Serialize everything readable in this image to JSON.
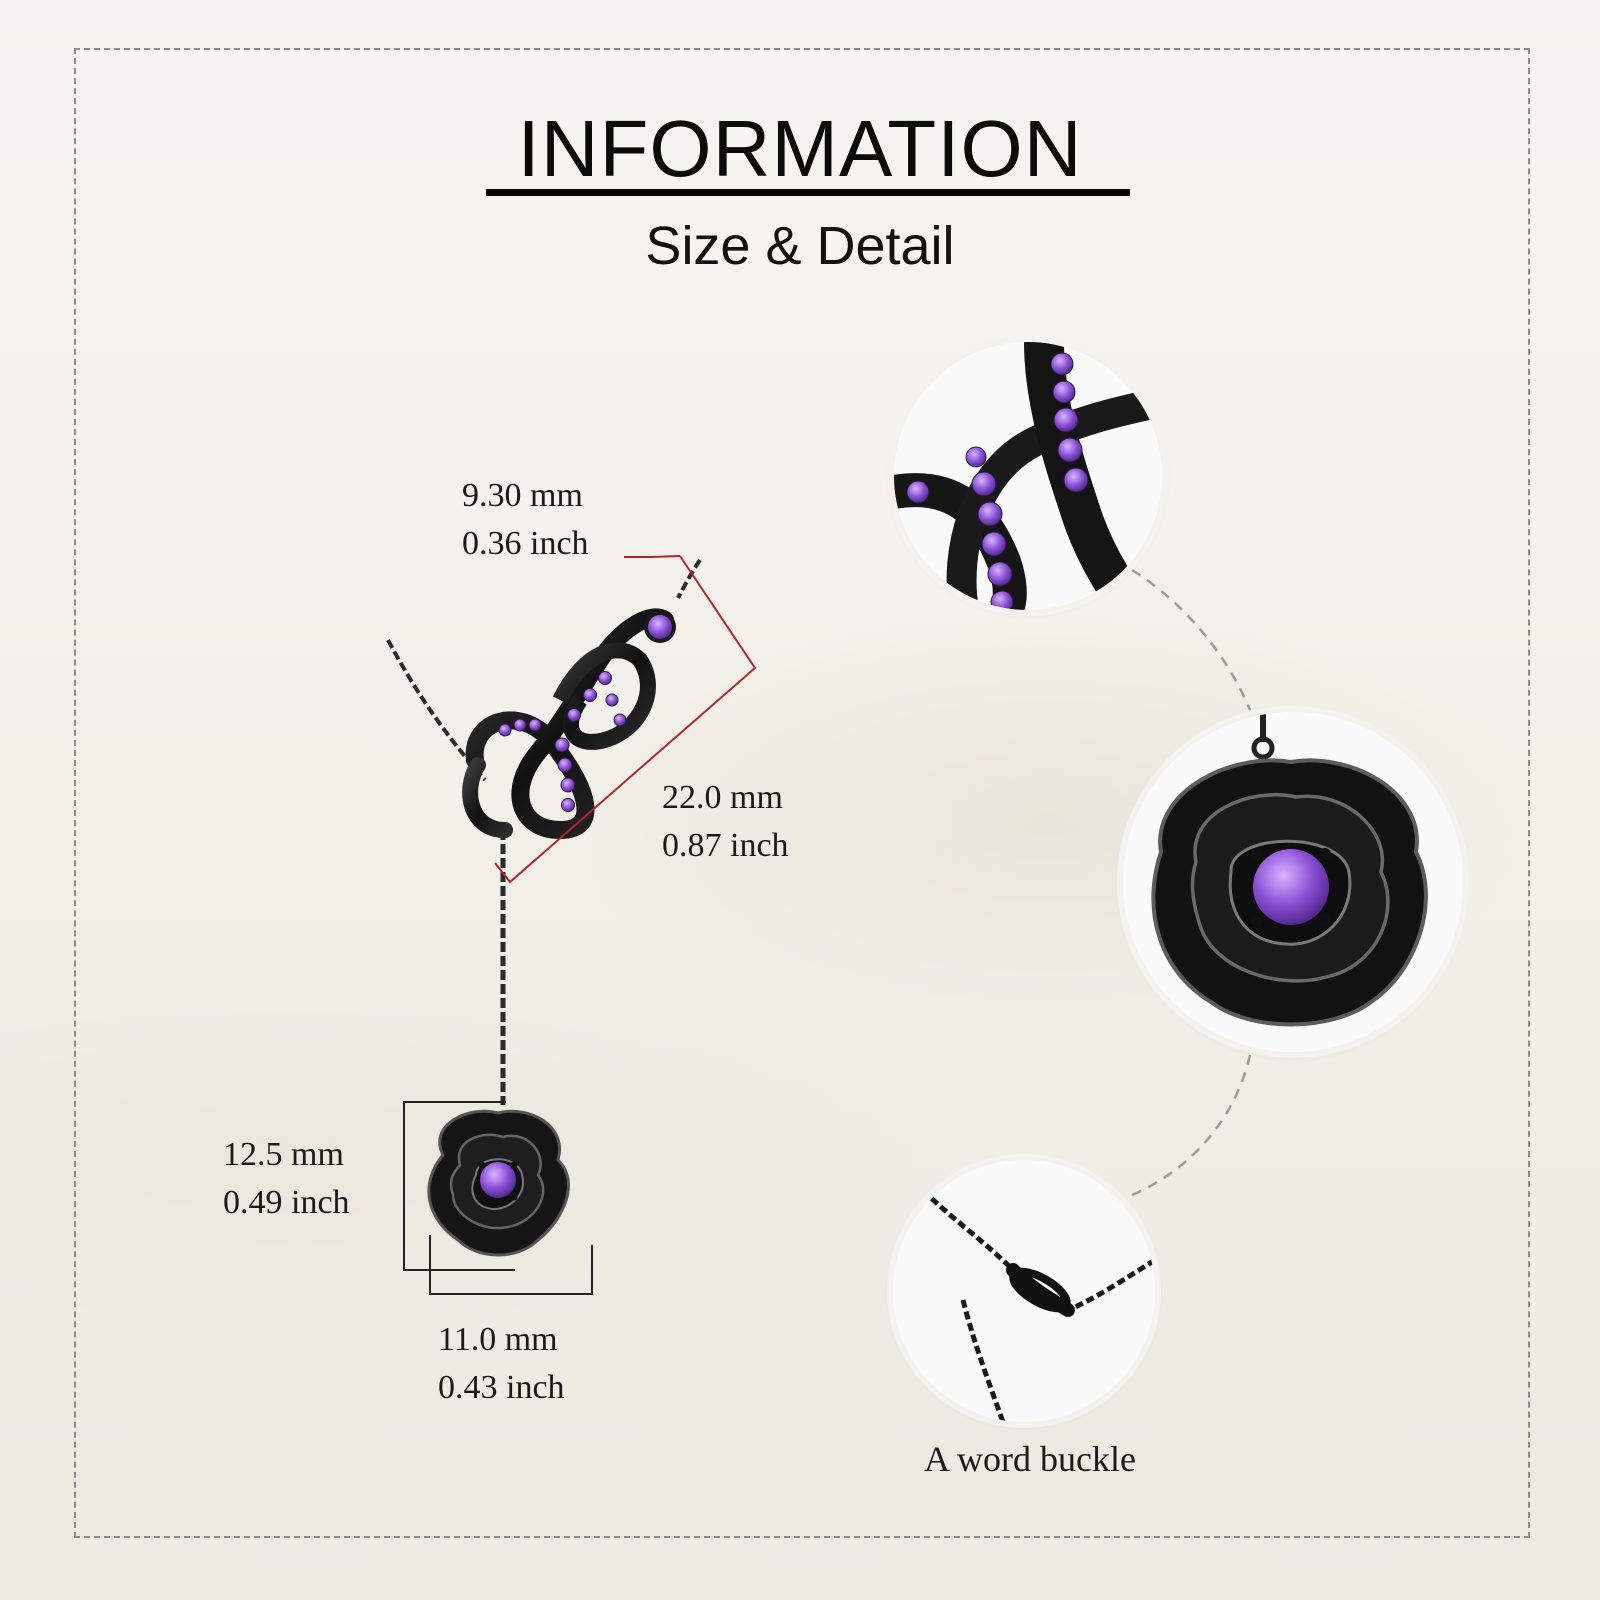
{
  "header": {
    "title": "INFORMATION",
    "subtitle": "Size & Detail"
  },
  "dimensions": {
    "infinity_width": {
      "mm": "9.30 mm",
      "inch": "0.36 inch"
    },
    "infinity_length": {
      "mm": "22.0 mm",
      "inch": "0.87 inch"
    },
    "rose_height": {
      "mm": "12.5 mm",
      "inch": "0.49 inch"
    },
    "rose_width": {
      "mm": "11.0 mm",
      "inch": "0.43 inch"
    }
  },
  "details": {
    "buckle_caption": "A word buckle"
  },
  "colors": {
    "background": "#f4f2ec",
    "metal": "#161616",
    "stone": "#8a4fd6",
    "measure_line_infinity": "#b3262b",
    "measure_line_rose": "#222222",
    "frame": "#8c8c8c"
  }
}
